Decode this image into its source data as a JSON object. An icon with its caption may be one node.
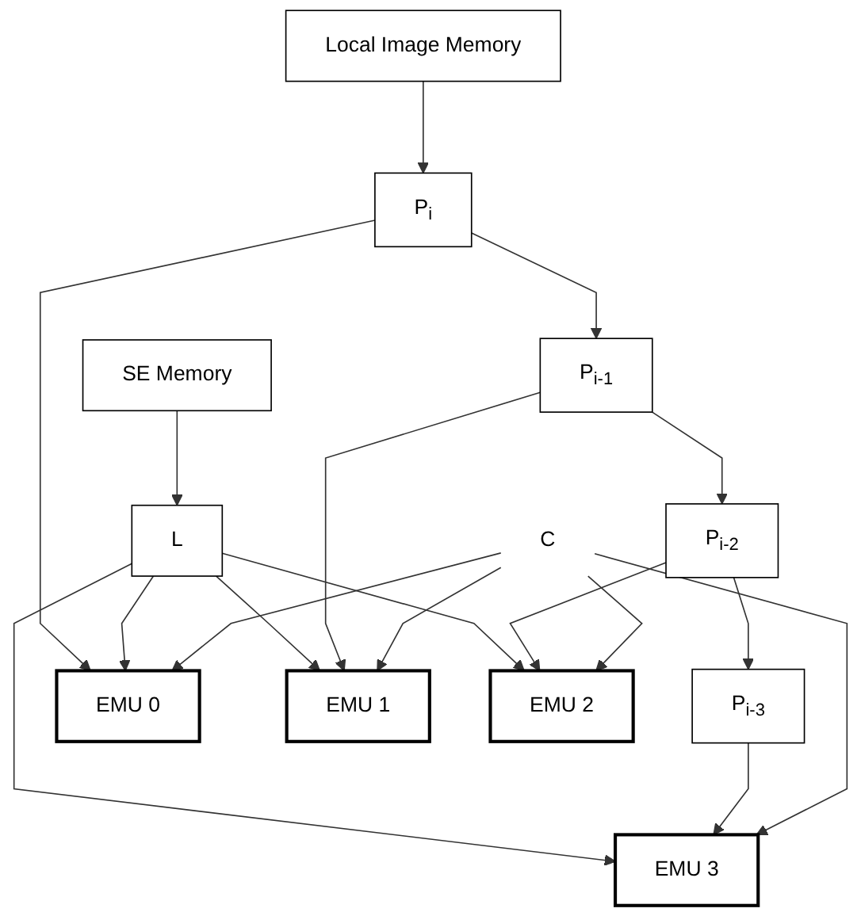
{
  "diagram": {
    "nodes": [
      {
        "text": [
          "Local Image Memory"
        ]
      },
      {
        "text": [
          "SE Memory"
        ]
      },
      {
        "text": [
          "P$_{i}$"
        ]
      },
      {
        "text": [
          "L"
        ]
      },
      {
        "text": [
          "EMU 0"
        ]
      },
      {
        "text": [
          "P$_{i-1}$"
        ]
      },
      {
        "text": [
          "EMU 1"
        ]
      },
      {
        "text": [
          "P$_{i-2}$"
        ]
      },
      {
        "text": [
          "EMU 2"
        ]
      },
      {
        "text": [
          "P$_{i-3}$"
        ]
      },
      {
        "text": [
          "EMU 3"
        ]
      },
      {
        "text": [
          "C"
        ]
      }
    ],
    "edges": [
      {
        "from": 0,
        "to": 2,
        "arrow": "to"
      },
      {
        "from": 1,
        "to": 3,
        "arrow": "to"
      },
      {
        "from": 2,
        "to": 4,
        "arrow": "to"
      },
      {
        "from": 2,
        "to": 5,
        "arrow": "to"
      },
      {
        "from": 3,
        "to": 4,
        "arrow": "to"
      },
      {
        "from": 3,
        "to": 6,
        "arrow": "to"
      },
      {
        "from": 3,
        "to": 8,
        "arrow": "to"
      },
      {
        "from": 3,
        "to": 10,
        "arrow": "to"
      },
      {
        "from": 5,
        "to": 6,
        "arrow": "to"
      },
      {
        "from": 5,
        "to": 7,
        "arrow": "to"
      },
      {
        "from": 7,
        "to": 8,
        "arrow": "to"
      },
      {
        "from": 7,
        "to": 9,
        "arrow": "to"
      },
      {
        "from": 9,
        "to": 10,
        "arrow": "to"
      },
      {
        "from": 11,
        "to": 10,
        "arrow": "to"
      },
      {
        "from": 11,
        "to": 8,
        "arrow": "to"
      },
      {
        "from": 11,
        "to": 6,
        "arrow": "to"
      },
      {
        "from": 11,
        "to": 4,
        "arrow": "to"
      }
    ]
  }
}
